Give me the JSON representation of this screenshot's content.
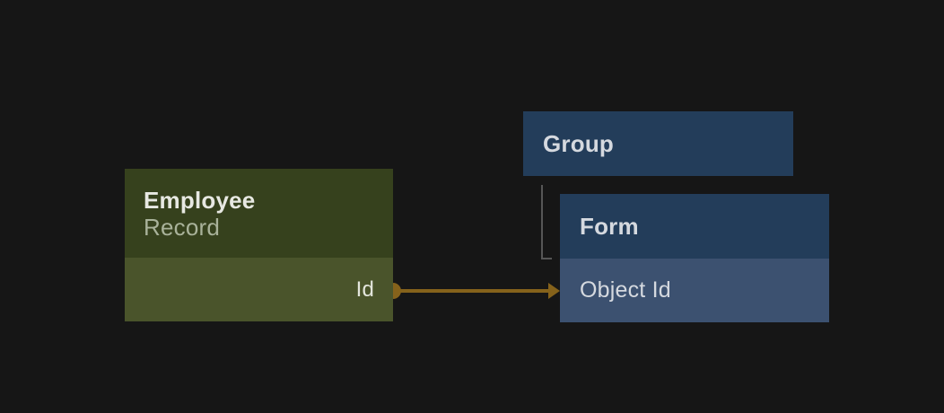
{
  "canvas": {
    "background": "#161616"
  },
  "nodes": {
    "employee": {
      "title": "Employee",
      "subtitle": "Record",
      "header_bg": "#36411d",
      "row_bg": "#4a542b",
      "title_color": "#e7e8e2",
      "subtitle_color": "#a9b29a",
      "field_color": "#e4e6dd",
      "fields": [
        {
          "label": "Id"
        }
      ]
    },
    "group": {
      "title": "Group",
      "header_bg": "#233d5a",
      "title_color": "#d5d9df"
    },
    "form": {
      "title": "Form",
      "header_bg": "#233d5a",
      "row_bg": "#3c5170",
      "title_color": "#d5d9df",
      "field_color": "#d5d9df",
      "fields": [
        {
          "label": "Object Id"
        }
      ]
    }
  },
  "connections": [
    {
      "type": "arrow",
      "from_node": "Employee",
      "from_field": "Id",
      "to_node": "Form",
      "to_field": "Object Id",
      "color": "#85621b"
    },
    {
      "type": "elbow",
      "from_node": "Group",
      "to_node": "Form",
      "color": "#565656"
    }
  ]
}
